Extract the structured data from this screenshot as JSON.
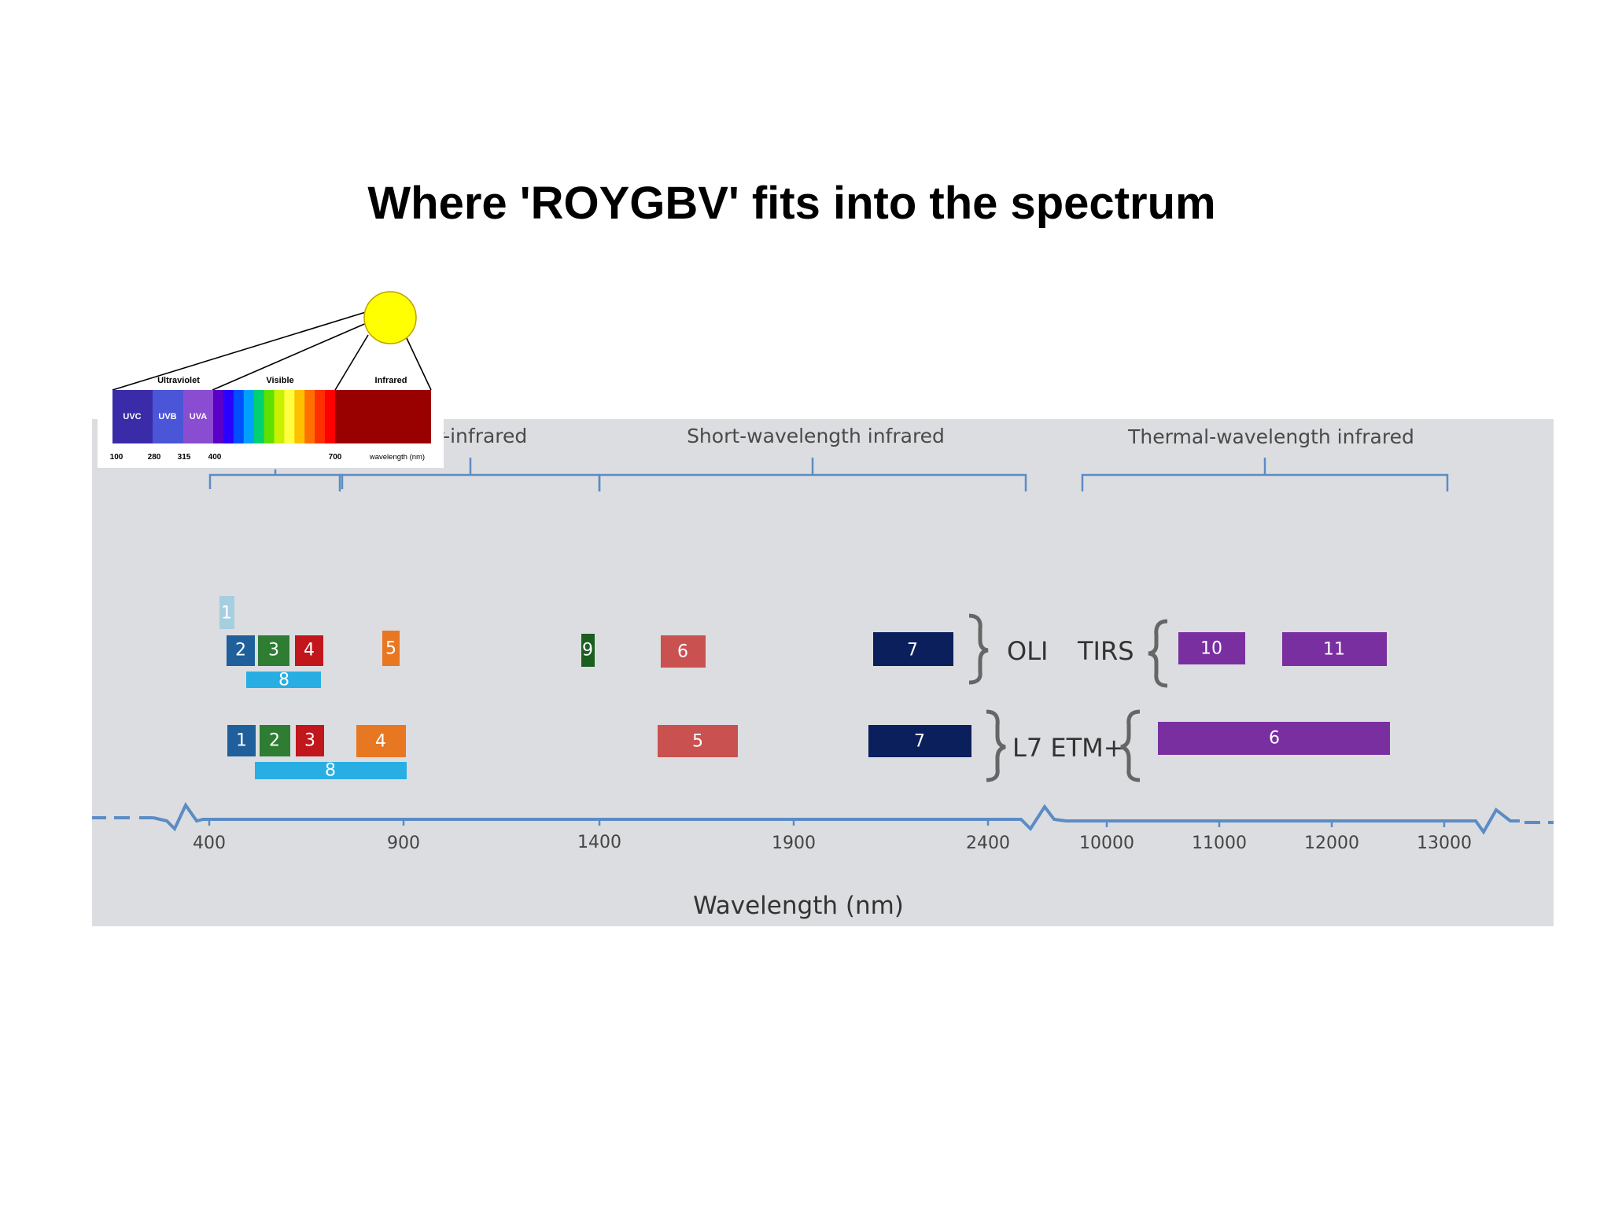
{
  "title": "Where 'ROYGBV' fits into the spectrum",
  "colors": {
    "panel_bg": "#dcdde0",
    "blue": "#1f5f9c",
    "green": "#2e7d32",
    "red": "#c0161c",
    "orange": "#e87722",
    "dark_green": "#1b5e20",
    "rose": "#c9514f",
    "navy": "#0b1f5c",
    "purple": "#7a2fa0",
    "sky": "#29aee3",
    "faint_blue": "#9ccbe0",
    "axis": "#5b8cc4",
    "sun": "#ffff00",
    "infrared": "#990000"
  },
  "spectrum_diagram": {
    "regions": [
      "ear-infrared",
      "Short-wavelength infrared",
      "Thermal-wavelength infrared"
    ],
    "axis_title": "Wavelength (nm)",
    "tick_labels": [
      "400",
      "900",
      "1400",
      "1900",
      "2400",
      "10000",
      "11000",
      "12000",
      "13000"
    ],
    "sensors": {
      "oli": "OLI",
      "tirs": "TIRS",
      "etm": "L7 ETM+"
    },
    "oli_bands": [
      {
        "label": "1",
        "color": "faint_blue"
      },
      {
        "label": "2",
        "color": "blue"
      },
      {
        "label": "3",
        "color": "green"
      },
      {
        "label": "4",
        "color": "red"
      },
      {
        "label": "8",
        "color": "sky"
      },
      {
        "label": "5",
        "color": "orange"
      },
      {
        "label": "9",
        "color": "dark_green"
      },
      {
        "label": "6",
        "color": "rose"
      },
      {
        "label": "7",
        "color": "navy"
      }
    ],
    "tirs_bands": [
      {
        "label": "10",
        "color": "purple"
      },
      {
        "label": "11",
        "color": "purple"
      }
    ],
    "etm_bands": [
      {
        "label": "1",
        "color": "blue"
      },
      {
        "label": "2",
        "color": "green"
      },
      {
        "label": "3",
        "color": "red"
      },
      {
        "label": "4",
        "color": "orange"
      },
      {
        "label": "8",
        "color": "sky"
      },
      {
        "label": "5",
        "color": "rose"
      },
      {
        "label": "7",
        "color": "navy"
      },
      {
        "label": "6",
        "color": "purple"
      }
    ]
  },
  "inset": {
    "headers": [
      "Ultraviolet",
      "Visible",
      "Infrared"
    ],
    "uv_bands": [
      "UVC",
      "UVB",
      "UVA"
    ],
    "numbers": [
      "100",
      "280",
      "315",
      "400",
      "700"
    ],
    "unit": "wavelength (nm)",
    "uv_colors": [
      "#3a2ba8",
      "#4a55d8",
      "#8a4cd0"
    ],
    "visible_colors": [
      "#5a00c8",
      "#2a00ff",
      "#0050ff",
      "#00a0ff",
      "#00d070",
      "#60e000",
      "#c8f000",
      "#ffff40",
      "#ffc000",
      "#ff7000",
      "#ff3000",
      "#ff0000"
    ],
    "icon": "sun-icon"
  }
}
